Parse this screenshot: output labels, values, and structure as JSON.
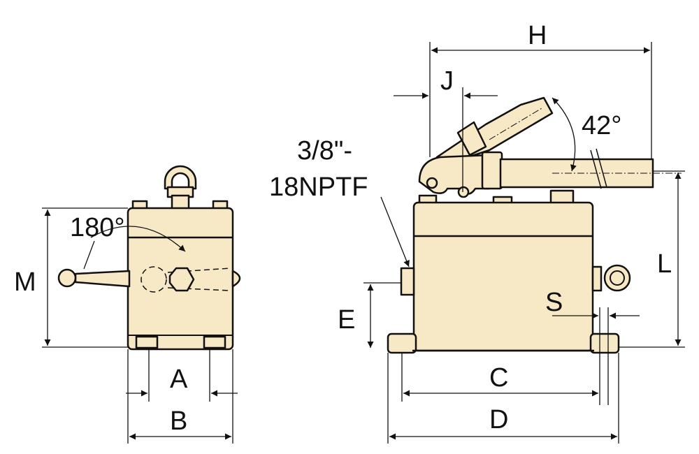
{
  "labels": {
    "H": "H",
    "J": "J",
    "angle": "42°",
    "thread_line1": "3/8\"-",
    "thread_line2": "18NPTF",
    "L": "L",
    "S": "S",
    "E": "E",
    "C": "C",
    "D": "D",
    "M": "M",
    "rotation": "180°",
    "A": "A",
    "B": "B"
  },
  "colors": {
    "body": "#f7e8c6",
    "line": "#111111"
  }
}
